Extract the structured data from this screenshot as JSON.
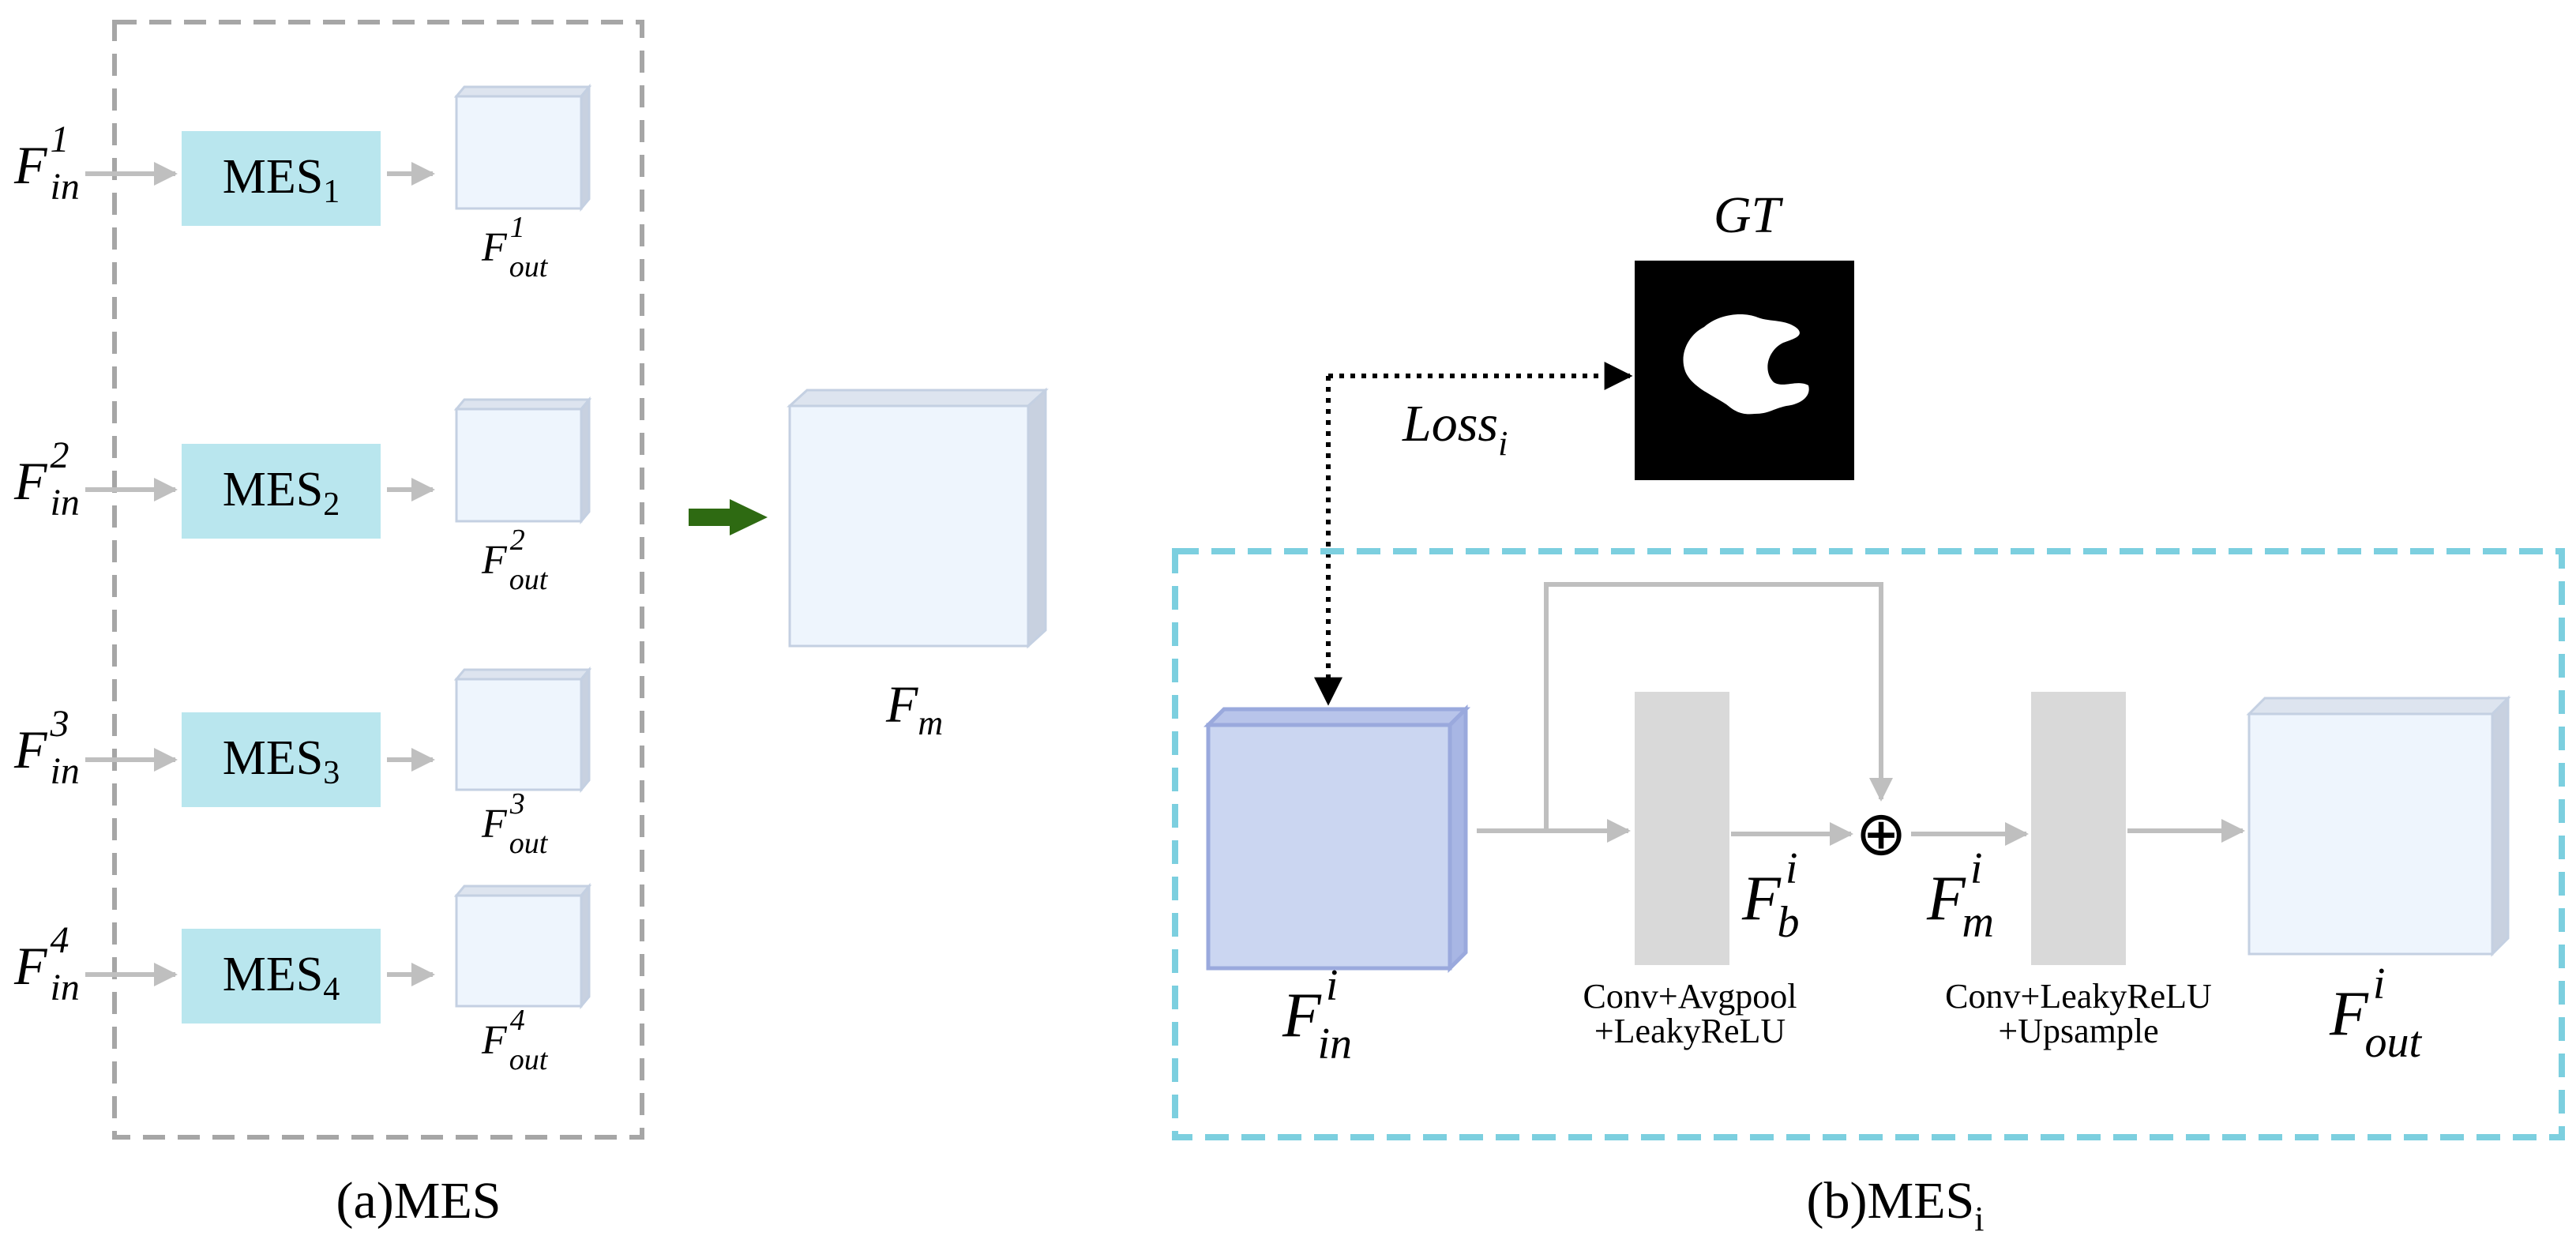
{
  "panel_a": {
    "caption": "(a)MES",
    "rows": [
      {
        "input_sup": "1",
        "input_sub": "in",
        "block_text": "MES",
        "block_sub": "1",
        "output_sup": "1",
        "output_sub": "out"
      },
      {
        "input_sup": "2",
        "input_sub": "in",
        "block_text": "MES",
        "block_sub": "2",
        "output_sup": "2",
        "output_sub": "out"
      },
      {
        "input_sup": "3",
        "input_sub": "in",
        "block_text": "MES",
        "block_sub": "3",
        "output_sup": "3",
        "output_sub": "out"
      },
      {
        "input_sup": "4",
        "input_sub": "in",
        "block_text": "MES",
        "block_sub": "4",
        "output_sup": "4",
        "output_sub": "out"
      }
    ],
    "merged_label_base": "F",
    "merged_label_sub": "m"
  },
  "panel_b": {
    "caption_base": "(b)MES",
    "caption_sub": "i",
    "gt_label": "GT",
    "loss_base": "Loss",
    "loss_sub": "i",
    "input_label": {
      "base": "F",
      "sup": "i",
      "sub": "in"
    },
    "fb_label": {
      "base": "F",
      "sup": "i",
      "sub": "b"
    },
    "fm_label": {
      "base": "F",
      "sup": "i",
      "sub": "m"
    },
    "output_label": {
      "base": "F",
      "sup": "i",
      "sub": "out"
    },
    "block1_line1": "Conv+Avgpool",
    "block1_line2": "+LeakyReLU",
    "block2_line1": "Conv+LeakyReLU",
    "block2_line2": "+Upsample",
    "sum_symbol": "⊕"
  },
  "colors": {
    "mes_block": "#b9e6ee",
    "cube_face": "#eef5fd",
    "cube_edge": "#c4d0e2",
    "input_cube": "#cbd6f1",
    "input_cube_edge": "#9aa9dd",
    "gray_block": "#d9d9d9",
    "arrow_gray": "#bfbfbf",
    "dashed_gray": "#a6a6a6",
    "dashed_cyan": "#7ccfdf",
    "green_arrow": "#2e6a12"
  }
}
